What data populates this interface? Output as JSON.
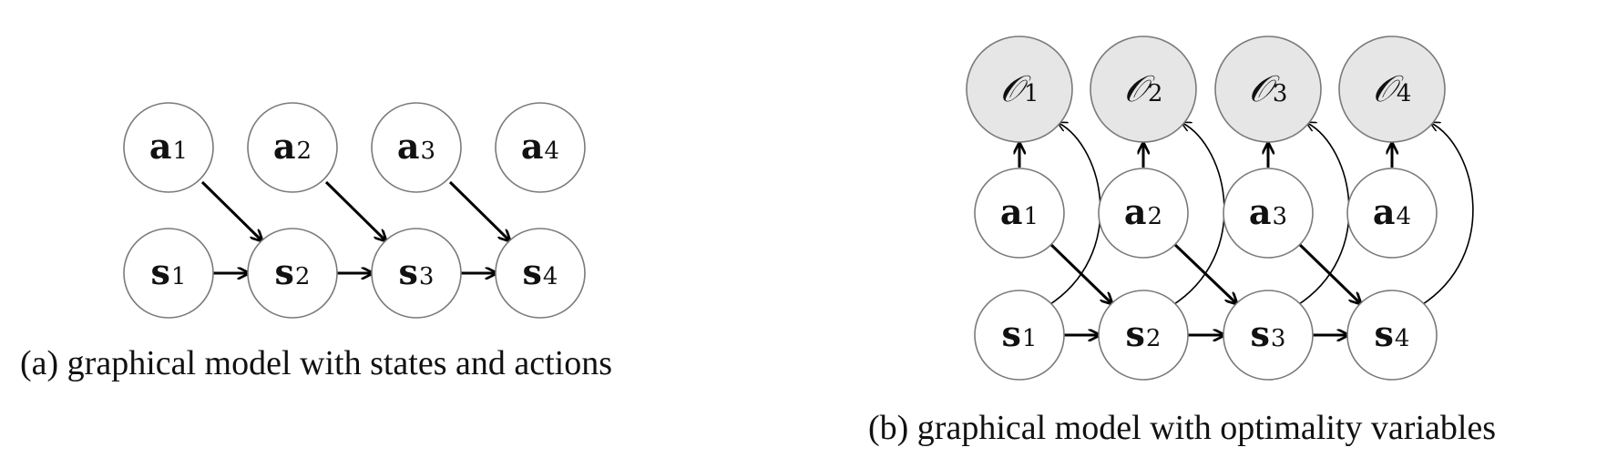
{
  "panel_a": {
    "caption": "(a) graphical model with states and actions",
    "actions": [
      {
        "var": "a",
        "sub": "1"
      },
      {
        "var": "a",
        "sub": "2"
      },
      {
        "var": "a",
        "sub": "3"
      },
      {
        "var": "a",
        "sub": "4"
      }
    ],
    "states": [
      {
        "var": "s",
        "sub": "1"
      },
      {
        "var": "s",
        "sub": "2"
      },
      {
        "var": "s",
        "sub": "3"
      },
      {
        "var": "s",
        "sub": "4"
      }
    ]
  },
  "panel_b": {
    "caption": "(b) graphical model with optimality variables",
    "optimality": [
      {
        "var": "𝒪",
        "sub": "1"
      },
      {
        "var": "𝒪",
        "sub": "2"
      },
      {
        "var": "𝒪",
        "sub": "3"
      },
      {
        "var": "𝒪",
        "sub": "4"
      }
    ],
    "actions": [
      {
        "var": "a",
        "sub": "1"
      },
      {
        "var": "a",
        "sub": "2"
      },
      {
        "var": "a",
        "sub": "3"
      },
      {
        "var": "a",
        "sub": "4"
      }
    ],
    "states": [
      {
        "var": "s",
        "sub": "1"
      },
      {
        "var": "s",
        "sub": "2"
      },
      {
        "var": "s",
        "sub": "3"
      },
      {
        "var": "s",
        "sub": "4"
      }
    ]
  },
  "colors": {
    "observed_fill": "#e6e6e6",
    "node_stroke": "#7a7a7a"
  }
}
